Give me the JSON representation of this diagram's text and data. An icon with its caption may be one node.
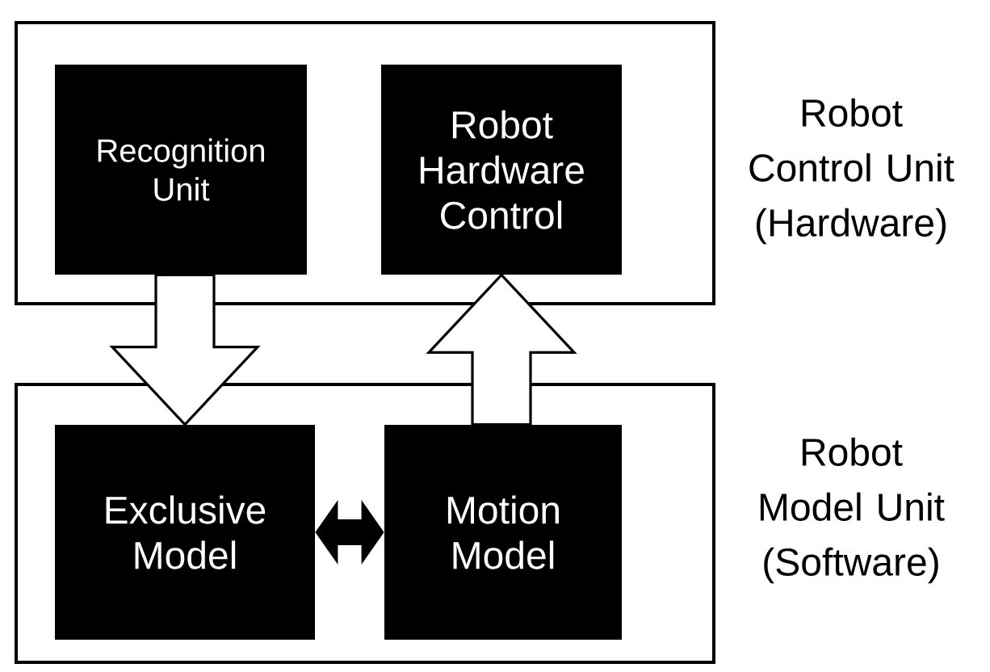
{
  "diagram": {
    "nodes": [
      {
        "text": [
          "Robot Control Unit (Hardware)"
        ]
      },
      {
        "text": [
          "Recognition Unit"
        ],
        "in": 0
      },
      {
        "text": [
          "Robot Hardware Control"
        ],
        "in": 0
      },
      {
        "text": [
          "Robot Model Unit (Software)"
        ]
      },
      {
        "text": [
          "Exclusive Model"
        ],
        "in": 3
      },
      {
        "text": [
          "Motion Model"
        ],
        "in": 3
      }
    ],
    "edges": [
      {
        "from": 1,
        "to": 4,
        "arrow": "to"
      },
      {
        "from": 5,
        "to": 2,
        "arrow": "to"
      },
      {
        "from": 4,
        "to": 5,
        "arrow": "both"
      }
    ]
  }
}
